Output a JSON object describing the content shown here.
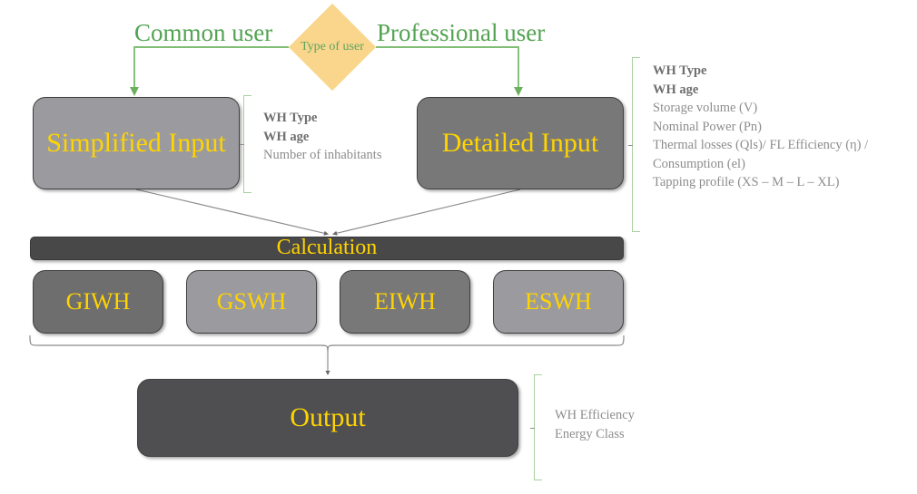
{
  "diagram": {
    "title": "Water heater model input/output flowchart",
    "decision": {
      "label": "Type of user"
    },
    "branches": [
      {
        "label": "Common user"
      },
      {
        "label": "Professional user"
      }
    ],
    "inputs": [
      {
        "label": "Simplified Input",
        "annotation": [
          {
            "text": "WH Type",
            "bold": true
          },
          {
            "text": "WH age",
            "bold": true
          },
          {
            "text": "Number of inhabitants",
            "bold": false
          }
        ]
      },
      {
        "label": "Detailed Input",
        "annotation": [
          {
            "text": "WH Type",
            "bold": true
          },
          {
            "text": "WH age",
            "bold": true
          },
          {
            "text": "Storage volume (V)",
            "bold": false
          },
          {
            "text": "Nominal Power (Pn)",
            "bold": false
          },
          {
            "text": "Thermal losses (Qls)/ FL Efficiency (η) /",
            "bold": false
          },
          {
            "text": "Consumption (el)",
            "bold": false
          },
          {
            "text": "Tapping profile (XS – M – L – XL)",
            "bold": false
          }
        ]
      }
    ],
    "calculation": {
      "label": "Calculation"
    },
    "models": [
      {
        "label": "GIWH",
        "shade": "dark"
      },
      {
        "label": "GSWH",
        "shade": "light"
      },
      {
        "label": "EIWH",
        "shade": "mid"
      },
      {
        "label": "ESWH",
        "shade": "light"
      }
    ],
    "output": {
      "label": "Output",
      "annotation": [
        {
          "text": "WH Efficiency",
          "bold": false
        },
        {
          "text": "Energy Class",
          "bold": false
        }
      ]
    },
    "colors": {
      "accent_yellow": "#FFD400",
      "branch_green": "#52A351",
      "diamond_gold": "#F9D68C",
      "bracket_green": "#A9D0A0",
      "box_dark": "#6e6e6e",
      "box_light": "#9b9b9f",
      "bar_dark": "#484848",
      "output_dark": "#4f4f52",
      "connector_gray": "#7a7a7a"
    }
  }
}
